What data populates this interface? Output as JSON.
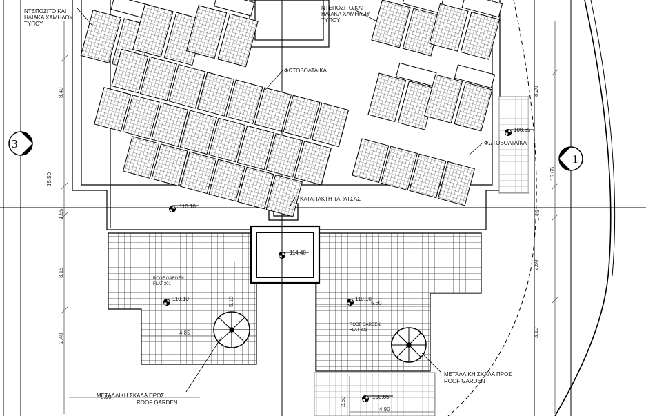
{
  "labels": {
    "solar_heaters_left_1": "ΝΤΕΠΟΖΙΤΟ ΚΑΙ",
    "solar_heaters_left_2": "ΗΛΙΑΚΑ ΧΑΜΗΛΟΥ",
    "solar_heaters_left_3": "ΤΥΠΟΥ",
    "solar_heaters_right_1": "ΝΤΕΠΟΖΙΤΟ ΚΑΙ",
    "solar_heaters_right_2": "ΗΛΙΑΚΑ ΧΑΜΗΛΟΥ",
    "solar_heaters_right_3": "ΤΥΠΟΥ",
    "photovoltaics_center": "ΦΩΤΟΒΟΛΤΑΪΚΑ",
    "photovoltaics_right": "ΦΩΤΟΒΟΛΤΑΪΚΑ",
    "roof_hatch": "ΚΑΤΑΠΑΚΤΗ ΤΑΡΑΤΣΑΣ",
    "roof_garden_left_1": "ROOF GARDEN",
    "roof_garden_left_2": "FLAT 301",
    "roof_garden_right_1": "ROOF GARDEN",
    "roof_garden_right_2": "FLAT 302",
    "stair_left_1": "ΜΕΤΑΛΛΙΚΗ ΣΚΑΛΑ ΠΡΟΣ",
    "stair_left_2": "ROOF GARDEN",
    "stair_right_1": "ΜΕΤΑΛΛΙΚΗ ΣΚΑΛΑ ΠΡΟΣ",
    "stair_right_2": "ROOF GARDEN"
  },
  "levels": {
    "roof_terrace": "110.10",
    "stair_top": "114.40",
    "garden_left": "110.10",
    "garden_right": "110.10",
    "east_strip": "100.65",
    "south_strip": "100.65"
  },
  "dimensions": {
    "left_1": "8.40",
    "left_2": "15.50",
    "left_3": "1.55",
    "left_4": "3.15",
    "left_5": "2.40",
    "right_1": "8.20",
    "right_2": "15.65",
    "right_3": "1.45",
    "right_4": "2.60",
    "right_5": "3.10",
    "garden_left_width": "4.85",
    "garden_left_depth": "5.10",
    "garden_right_width": "5.60",
    "bottom_depth": "2.60",
    "bottom_width": "4.90",
    "bottom_left": "0.00"
  },
  "axes": {
    "left": "3",
    "right": "1"
  },
  "colors": {
    "line": "#000000",
    "hatch": "#555555",
    "dash": "#000000"
  }
}
